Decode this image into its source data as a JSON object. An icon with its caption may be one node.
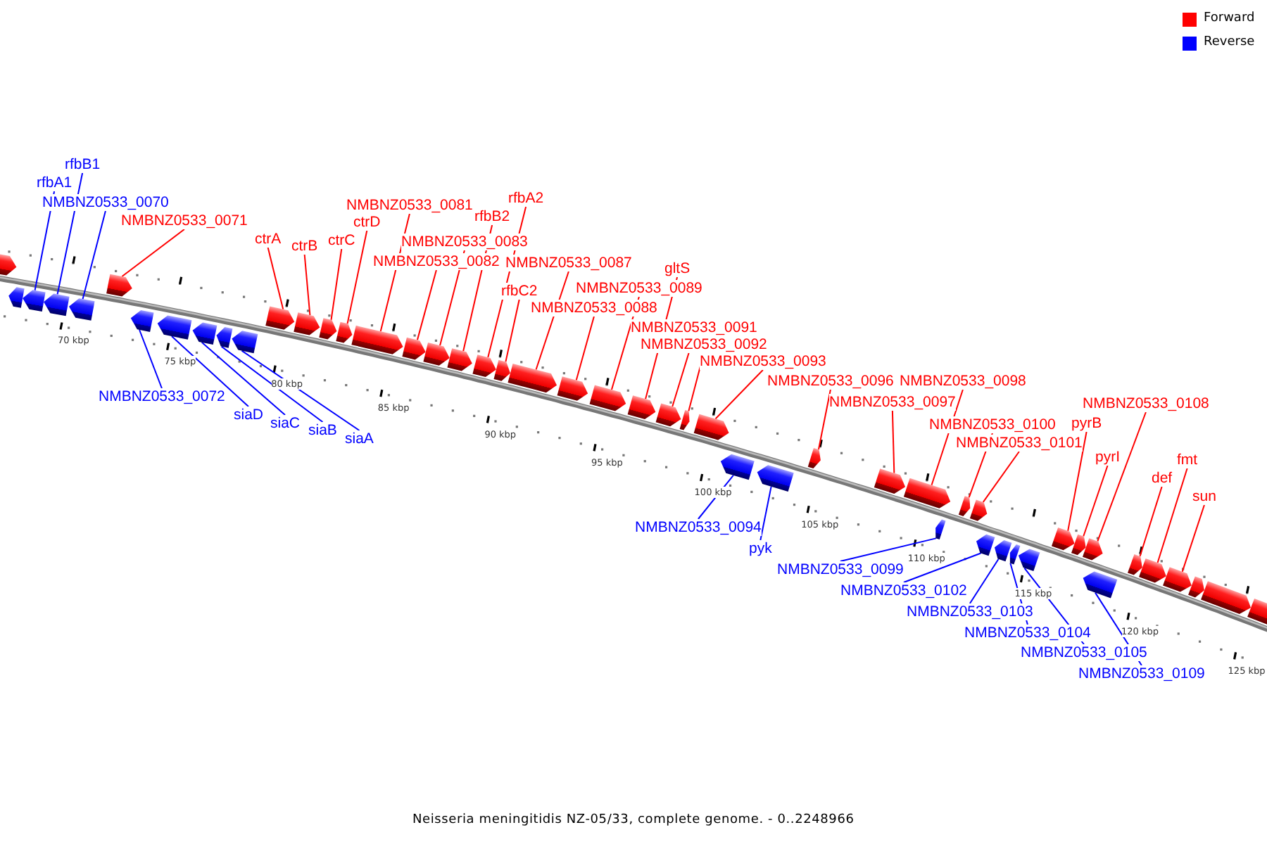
{
  "diagram": {
    "caption": "Neisseria meningitidis NZ-05/33, complete genome. - 0..2248966",
    "nodes": [
      {
        "text": [
          "rfbB1"
        ]
      },
      {
        "text": [
          "rfbA1"
        ]
      },
      {
        "text": [
          "NMBNZ0533_0070"
        ]
      },
      {
        "text": [
          "NMBNZ0533_0071"
        ]
      },
      {
        "text": [
          "NMBNZ0533_0081"
        ]
      },
      {
        "text": [
          "rfbB2"
        ]
      },
      {
        "text": [
          "rfbA2"
        ]
      },
      {
        "text": [
          "ctrD"
        ]
      },
      {
        "text": [
          "ctrA"
        ]
      },
      {
        "text": [
          "ctrC"
        ]
      },
      {
        "text": [
          "NMBNZ0533_0083"
        ]
      },
      {
        "text": [
          "ctrB"
        ]
      },
      {
        "text": [
          "NMBNZ0533_0082"
        ]
      },
      {
        "text": [
          "NMBNZ0533_0087"
        ]
      },
      {
        "text": [
          "gltS"
        ]
      },
      {
        "text": [
          "NMBNZ0533_0089"
        ]
      },
      {
        "text": [
          "rfbC2"
        ]
      },
      {
        "text": [
          "NMBNZ0533_0088"
        ]
      },
      {
        "text": [
          "NMBNZ0533_0091"
        ]
      },
      {
        "text": [
          "NMBNZ0533_0092"
        ]
      },
      {
        "text": [
          "NMBNZ0533_0093"
        ]
      },
      {
        "text": [
          "NMBNZ0533_0096"
        ]
      },
      {
        "text": [
          "NMBNZ0533_0098"
        ]
      },
      {
        "text": [
          "NMBNZ0533_0097"
        ]
      },
      {
        "text": [
          "NMBNZ0533_0108"
        ]
      },
      {
        "text": [
          "NMBNZ0533_0100"
        ]
      },
      {
        "text": [
          "pyrB"
        ]
      },
      {
        "text": [
          "NMBNZ0533_0101"
        ]
      },
      {
        "text": [
          "pyrI"
        ]
      },
      {
        "text": [
          "fmt"
        ]
      },
      {
        "text": [
          "def"
        ]
      },
      {
        "text": [
          "sun"
        ]
      },
      {
        "text": [
          "NMBNZ0533_0072"
        ]
      },
      {
        "text": [
          "siaD"
        ]
      },
      {
        "text": [
          "siaC"
        ]
      },
      {
        "text": [
          "siaB"
        ]
      },
      {
        "text": [
          "siaA"
        ]
      },
      {
        "text": [
          "NMBNZ0533_0094"
        ]
      },
      {
        "text": [
          "pyk"
        ]
      },
      {
        "text": [
          "NMBNZ0533_0099"
        ]
      },
      {
        "text": [
          "NMBNZ0533_0102"
        ]
      },
      {
        "text": [
          "NMBNZ0533_0103"
        ]
      },
      {
        "text": [
          "NMBNZ0533_0104"
        ]
      },
      {
        "text": [
          "NMBNZ0533_0105"
        ]
      },
      {
        "text": [
          "NMBNZ0533_0109"
        ]
      },
      {
        "text": [],
        "shape": "block"
      },
      {
        "text": [],
        "shape": "block"
      },
      {
        "text": [],
        "shape": "block"
      },
      {
        "text": [],
        "shape": "block"
      },
      {
        "text": [],
        "shape": "block"
      },
      {
        "text": [],
        "shape": "block"
      },
      {
        "text": [],
        "shape": "block"
      },
      {
        "text": [],
        "shape": "block"
      },
      {
        "text": [],
        "shape": "block"
      },
      {
        "text": [],
        "shape": "block"
      },
      {
        "text": [],
        "shape": "block"
      },
      {
        "text": [],
        "shape": "block"
      },
      {
        "text": [],
        "shape": "block"
      },
      {
        "text": [],
        "shape": "block"
      },
      {
        "text": [],
        "shape": "block"
      },
      {
        "text": [],
        "shape": "block"
      },
      {
        "text": [],
        "shape": "block"
      },
      {
        "text": [],
        "shape": "block"
      },
      {
        "text": [],
        "shape": "block"
      },
      {
        "text": [],
        "shape": "block"
      },
      {
        "text": [],
        "shape": "block"
      },
      {
        "text": [],
        "shape": "block"
      },
      {
        "text": [],
        "shape": "block"
      },
      {
        "text": [],
        "shape": "block"
      },
      {
        "text": [],
        "shape": "block"
      },
      {
        "text": [],
        "shape": "block"
      },
      {
        "text": [],
        "shape": "block"
      },
      {
        "text": [],
        "shape": "block"
      },
      {
        "text": [],
        "shape": "block"
      },
      {
        "text": [],
        "shape": "block"
      },
      {
        "text": [],
        "shape": "block"
      },
      {
        "text": [],
        "shape": "block"
      },
      {
        "text": [],
        "shape": "block"
      },
      {
        "text": [],
        "shape": "block"
      },
      {
        "text": [],
        "shape": "block"
      },
      {
        "text": [],
        "shape": "block"
      },
      {
        "text": [],
        "shape": "block"
      },
      {
        "text": [],
        "shape": "block"
      },
      {
        "text": [],
        "shape": "block"
      },
      {
        "text": [],
        "shape": "block"
      },
      {
        "text": [],
        "shape": "block"
      },
      {
        "text": [],
        "shape": "block"
      },
      {
        "text": [],
        "shape": "block"
      },
      {
        "text": [],
        "shape": "block"
      },
      {
        "text": [],
        "shape": "block"
      },
      {
        "text": [],
        "shape": "block"
      },
      {
        "text": [],
        "shape": "block"
      },
      {
        "text": [],
        "shape": "block"
      },
      {
        "text": [],
        "shape": "block"
      },
      {
        "text": [],
        "shape": "block"
      }
    ],
    "edges": [
      {
        "from": 0,
        "to": 48,
        "arrow": "none",
        "color": "#0000ff"
      },
      {
        "from": 1,
        "to": 47,
        "arrow": "none",
        "color": "#0000ff"
      },
      {
        "from": 2,
        "to": 49,
        "arrow": "none",
        "color": "#0000ff"
      },
      {
        "from": 3,
        "to": 50,
        "arrow": "none"
      },
      {
        "from": 4,
        "to": 60,
        "arrow": "none"
      },
      {
        "from": 5,
        "to": 63,
        "arrow": "none"
      },
      {
        "from": 6,
        "to": 64,
        "arrow": "none"
      },
      {
        "from": 7,
        "to": 59,
        "arrow": "none"
      },
      {
        "from": 8,
        "to": 56,
        "arrow": "none"
      },
      {
        "from": 9,
        "to": 58,
        "arrow": "none"
      },
      {
        "from": 10,
        "to": 62,
        "arrow": "none"
      },
      {
        "from": 11,
        "to": 57,
        "arrow": "none"
      },
      {
        "from": 12,
        "to": 61,
        "arrow": "none"
      },
      {
        "from": 13,
        "to": 66,
        "arrow": "none"
      },
      {
        "from": 14,
        "to": 69,
        "arrow": "none"
      },
      {
        "from": 15,
        "to": 68,
        "arrow": "none"
      },
      {
        "from": 16,
        "to": 65,
        "arrow": "none"
      },
      {
        "from": 17,
        "to": 67,
        "arrow": "none"
      },
      {
        "from": 18,
        "to": 70,
        "arrow": "none"
      },
      {
        "from": 19,
        "to": 71,
        "arrow": "none"
      },
      {
        "from": 20,
        "to": 72,
        "arrow": "none"
      },
      {
        "from": 21,
        "to": 75,
        "arrow": "none"
      },
      {
        "from": 22,
        "to": 77,
        "arrow": "none"
      },
      {
        "from": 23,
        "to": 76,
        "arrow": "none"
      },
      {
        "from": 24,
        "to": 87,
        "arrow": "none"
      },
      {
        "from": 25,
        "to": 79,
        "arrow": "none"
      },
      {
        "from": 26,
        "to": 85,
        "arrow": "none"
      },
      {
        "from": 27,
        "to": 80,
        "arrow": "none"
      },
      {
        "from": 28,
        "to": 86,
        "arrow": "none"
      },
      {
        "from": 29,
        "to": 90,
        "arrow": "none"
      },
      {
        "from": 30,
        "to": 89,
        "arrow": "none"
      },
      {
        "from": 31,
        "to": 91,
        "arrow": "none"
      },
      {
        "from": 32,
        "to": 51,
        "arrow": "none",
        "color": "#0000ff"
      },
      {
        "from": 33,
        "to": 52,
        "arrow": "none",
        "color": "#0000ff"
      },
      {
        "from": 34,
        "to": 53,
        "arrow": "none",
        "color": "#0000ff"
      },
      {
        "from": 35,
        "to": 54,
        "arrow": "none",
        "color": "#0000ff"
      },
      {
        "from": 36,
        "to": 55,
        "arrow": "none",
        "color": "#0000ff"
      },
      {
        "from": 37,
        "to": 73,
        "arrow": "none",
        "color": "#0000ff"
      },
      {
        "from": 38,
        "to": 74,
        "arrow": "none",
        "color": "#0000ff"
      },
      {
        "from": 39,
        "to": 78,
        "arrow": "none",
        "color": "#0000ff"
      },
      {
        "from": 40,
        "to": 81,
        "arrow": "none",
        "color": "#0000ff"
      },
      {
        "from": 41,
        "to": 82,
        "arrow": "none",
        "color": "#0000ff"
      },
      {
        "from": 42,
        "to": 83,
        "arrow": "none",
        "color": "#0000ff"
      },
      {
        "from": 43,
        "to": 84,
        "arrow": "none",
        "color": "#0000ff"
      },
      {
        "from": 44,
        "to": 88,
        "arrow": "none",
        "color": "#0000ff"
      }
    ],
    "labels": [
      "70 kbp",
      "75 kbp",
      "80 kbp",
      "85 kbp",
      "90 kbp",
      "95 kbp",
      "100 kbp",
      "105 kbp",
      "110 kbp",
      "115 kbp",
      "120 kbp",
      "125 kbp"
    ],
    "legend": [
      {
        "text": "Forward",
        "color": "#ff0000"
      },
      {
        "text": "Reverse",
        "color": "#0000ff"
      }
    ]
  }
}
